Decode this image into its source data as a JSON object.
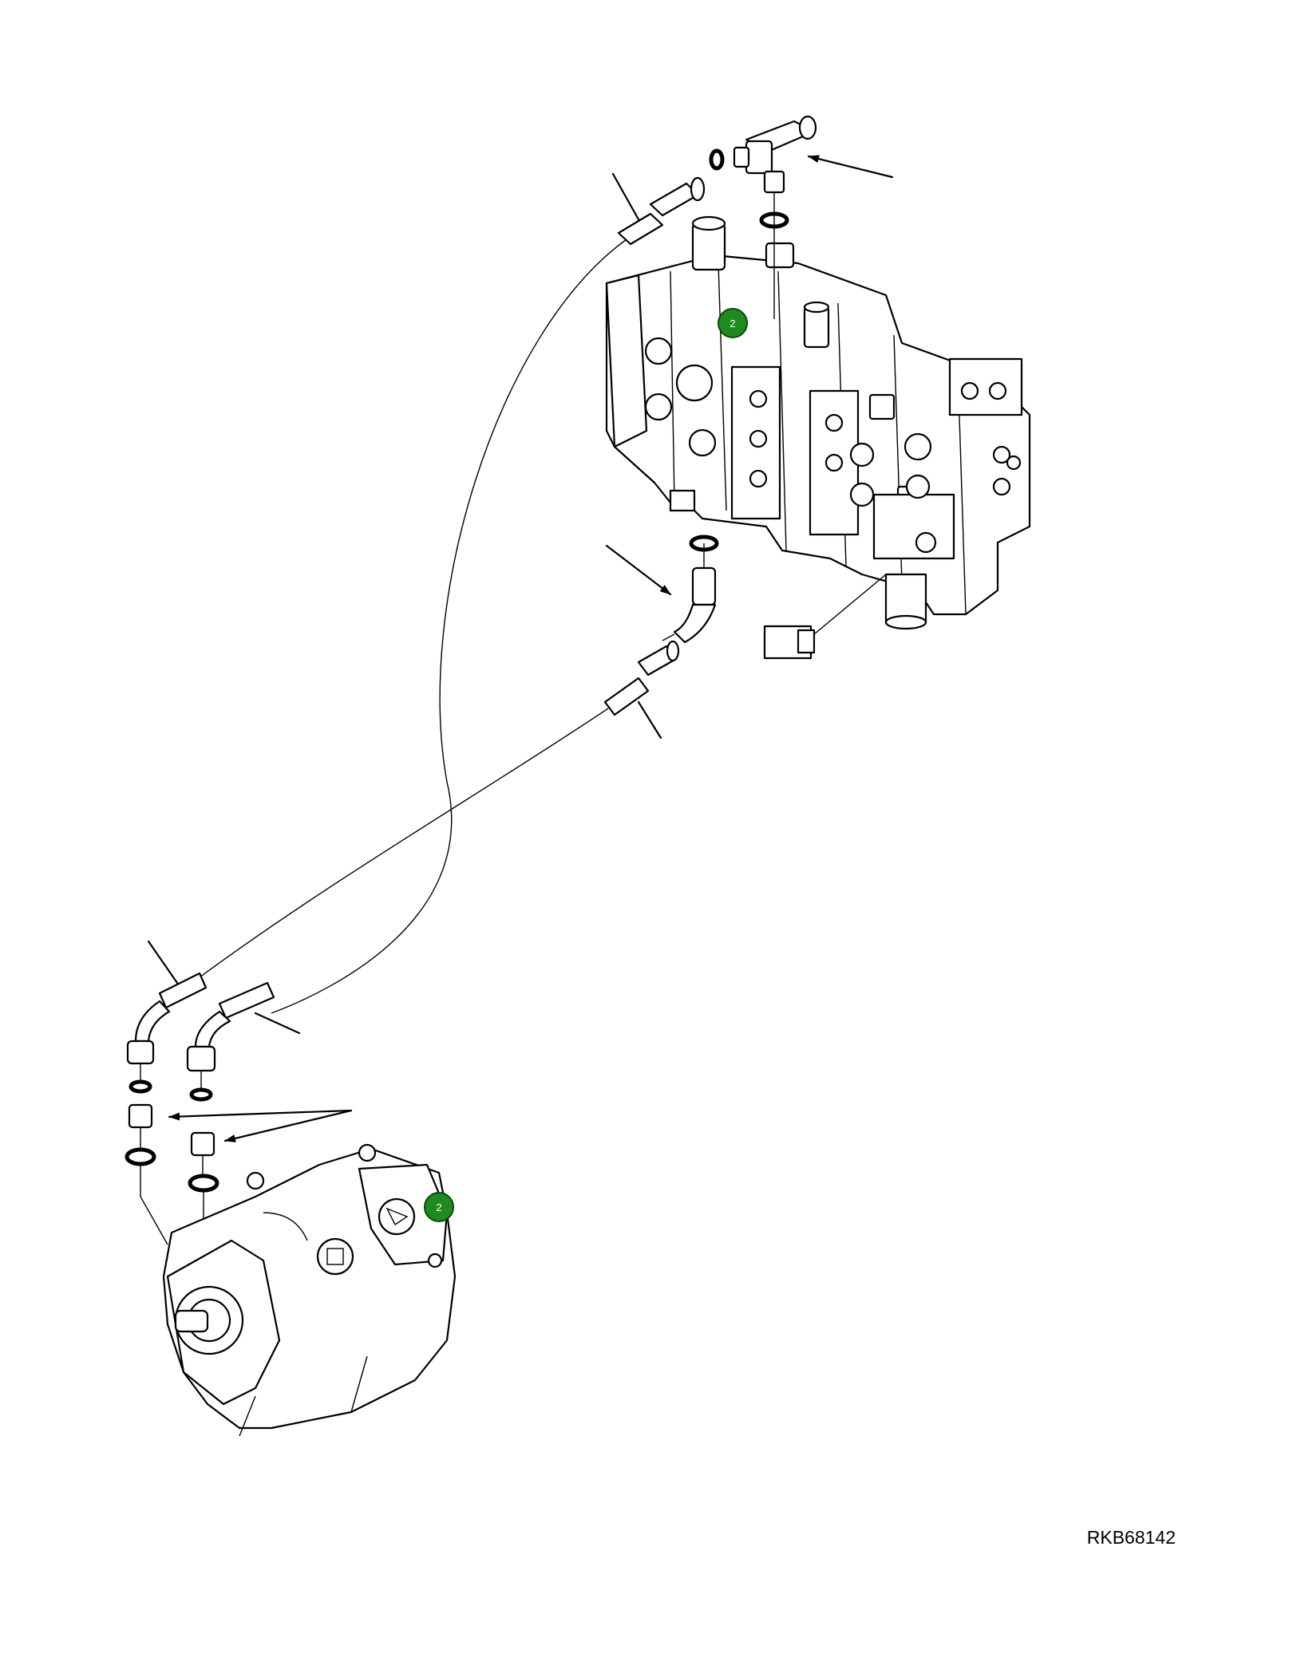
{
  "drawing": {
    "number": "RKB68142"
  },
  "callouts": [
    {
      "id": "valve-callout",
      "label": "2"
    },
    {
      "id": "pump-callout",
      "label": "2"
    }
  ],
  "colors": {
    "line": "#000000",
    "callout_fill": "#1f8a1f",
    "background": "#ffffff"
  }
}
